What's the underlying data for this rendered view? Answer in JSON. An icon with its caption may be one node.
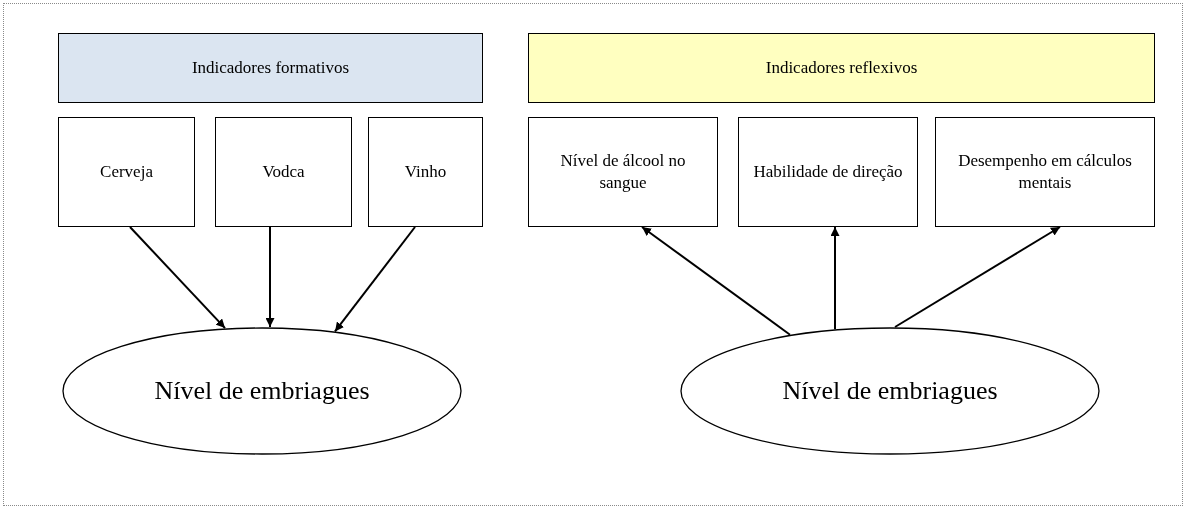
{
  "diagram": {
    "nodes": [
      {
        "text": [
          "Indicadores formativos"
        ]
      },
      {
        "text": [
          "Cerveja"
        ]
      },
      {
        "text": [
          "Vodca"
        ]
      },
      {
        "text": [
          "Vinho"
        ]
      },
      {
        "text": [
          "Nível de embriagues"
        ]
      },
      {
        "text": [
          "Indicadores reflexivos"
        ]
      },
      {
        "text": [
          "Nível de álcool no sangue"
        ]
      },
      {
        "text": [
          "Habilidade de direção"
        ]
      },
      {
        "text": [
          "Desempenho em cálculos mentais"
        ]
      },
      {
        "text": [
          "Nível de embriagues"
        ]
      }
    ],
    "edges": [
      {
        "from": 1,
        "to": 4,
        "arrow": "to"
      },
      {
        "from": 2,
        "to": 4,
        "arrow": "to"
      },
      {
        "from": 3,
        "to": 4,
        "arrow": "to"
      },
      {
        "from": 9,
        "to": 6,
        "arrow": "to"
      },
      {
        "from": 9,
        "to": 7,
        "arrow": "to"
      },
      {
        "from": 9,
        "to": 8,
        "arrow": "to"
      }
    ]
  }
}
